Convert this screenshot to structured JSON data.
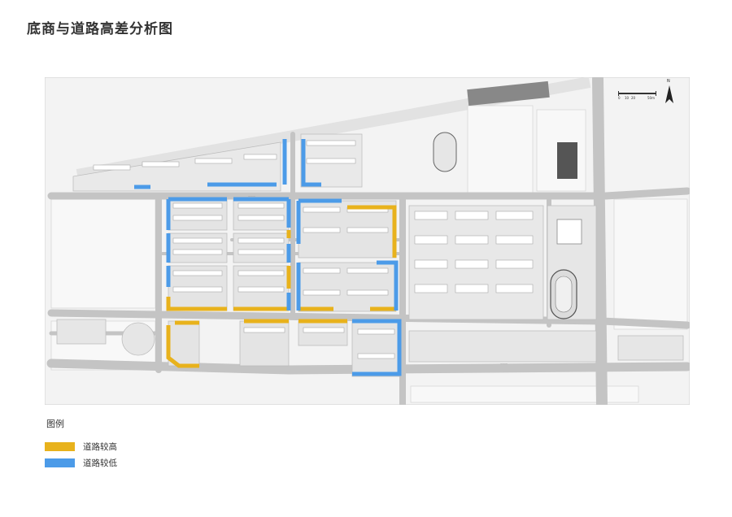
{
  "title": "底商与道路高差分析图",
  "legend": {
    "title": "图例",
    "items": [
      {
        "label": "道路较高",
        "color": "#e8b21c"
      },
      {
        "label": "道路较低",
        "color": "#4c9be8"
      }
    ]
  },
  "scale_bar": {
    "labels": [
      "0",
      "10",
      "20",
      "50m"
    ]
  },
  "north_arrow": {
    "label": "N"
  },
  "colors": {
    "high": "#e8b21c",
    "low": "#4c9be8",
    "road": "#c8c8c8",
    "block": "#e6e6e6"
  }
}
